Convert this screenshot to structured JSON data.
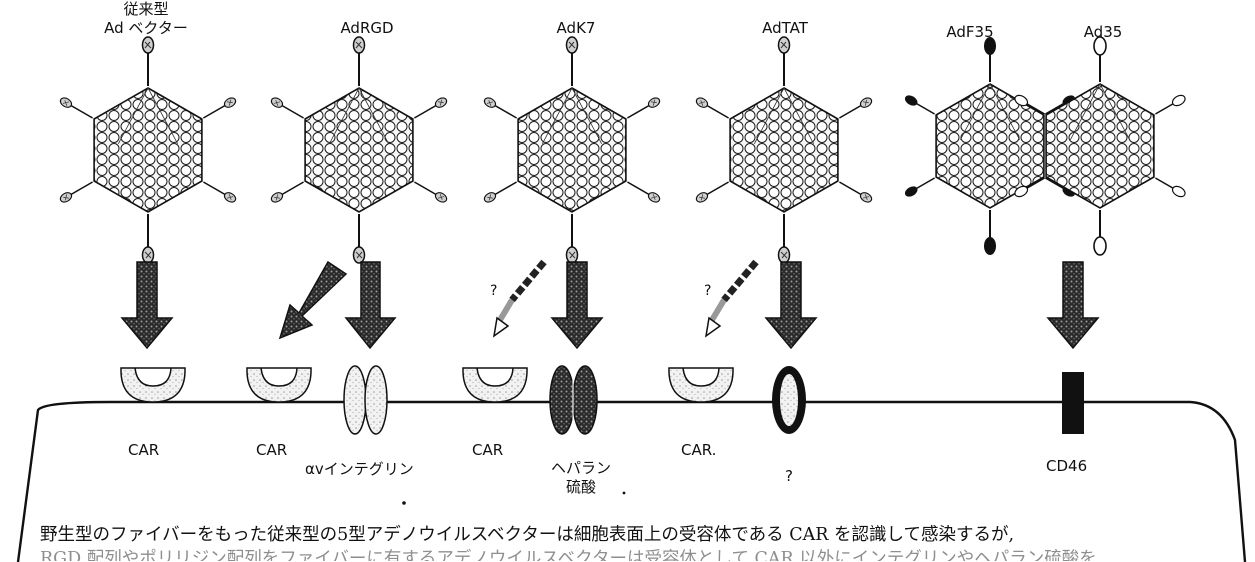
{
  "vectors": [
    {
      "id": "conventional",
      "line1": "従来型",
      "line2": "Ad ベクター",
      "fiber_style": "gray"
    },
    {
      "id": "adrgd",
      "line1": "AdRGD",
      "line2": "",
      "fiber_style": "gray"
    },
    {
      "id": "adk7",
      "line1": "AdK7",
      "line2": "",
      "fiber_style": "gray"
    },
    {
      "id": "adtat",
      "line1": "AdTAT",
      "line2": "",
      "fiber_style": "gray"
    },
    {
      "id": "adf35",
      "line1": "AdF35",
      "line2": "",
      "fiber_style": "black"
    },
    {
      "id": "ad35",
      "line1": "Ad35",
      "line2": "",
      "fiber_style": "white"
    }
  ],
  "receptors": {
    "car1": "CAR",
    "car2": "CAR",
    "integrin": "αvインテグリン",
    "car3": "CAR",
    "heparan_line1": "ヘパラン",
    "heparan_line2": "硫酸",
    "car4": "CAR.",
    "unknown": "?",
    "cd46": "CD46"
  },
  "question_marks": {
    "adk7": "?",
    "adtat": "?"
  },
  "caption": {
    "line1": "野生型のファイバーをもった従来型の5型アデノウイルスベクターは細胞表面上の受容体である CAR を認識して感染するが,",
    "line2": "RGD 配列やポリリジン配列をファイバーに有するアデノウイルスベクターは受容体として CAR 以外にインテグリンやヘパラン硫酸を"
  },
  "colors": {
    "ink": "#111111",
    "arrow_fill": "#3a3a3a",
    "capsid_fill": "#f4f4f4"
  }
}
